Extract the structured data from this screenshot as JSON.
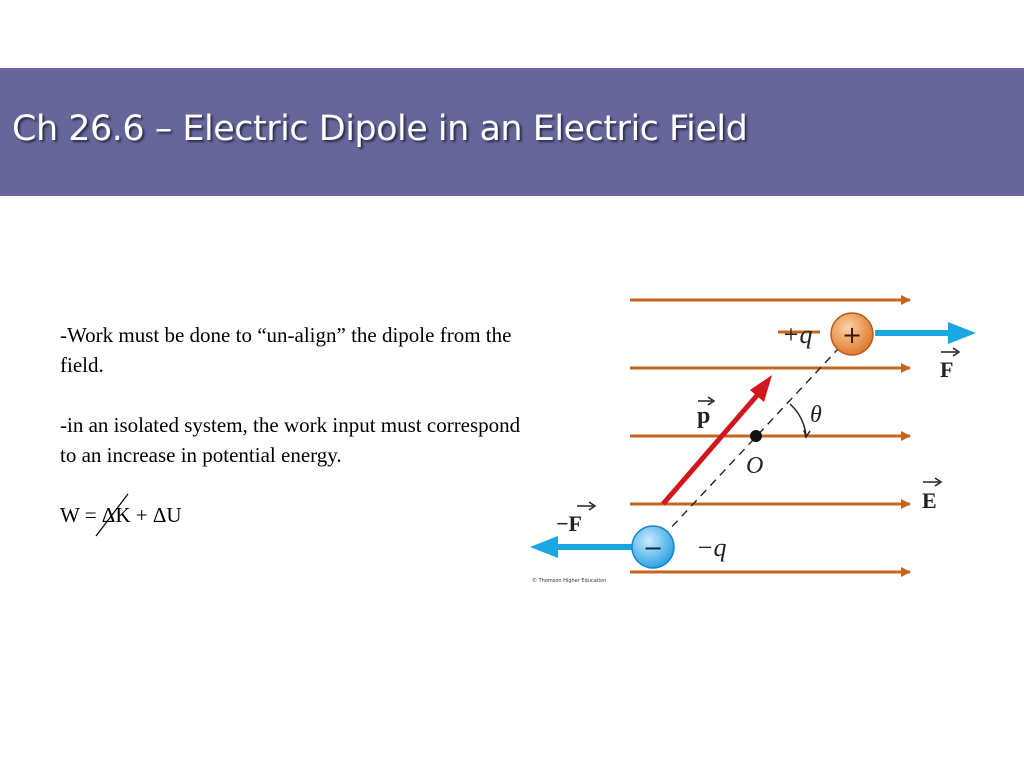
{
  "slide": {
    "title": "Ch 26.6 – Electric Dipole in an Electric Field",
    "paragraph1": "-Work must be done to “un-align” the dipole from the field.",
    "paragraph2": "-in an isolated system, the work input must correspond to an increase in potential energy.",
    "formula": {
      "lhs": "W = ",
      "delta1": "Δ",
      "k": "K",
      "plus": " + ",
      "delta2": "Δ",
      "u": "U"
    }
  },
  "diagram": {
    "plus_charge_label": "+q",
    "plus_sign": "+",
    "minus_charge_label": "−q",
    "minus_sign": "−",
    "force_label": "F",
    "neg_force_label": "−F",
    "dipole_label": "p",
    "field_label": "E",
    "angle_label": "θ",
    "origin_label": "O",
    "credit": "© Thomson Higher Education",
    "colors": {
      "field_lines": "#c7651f",
      "force_arrows": "#1aa6e0",
      "dipole_arrow": "#d0161f",
      "plus_charge": "#e8843a",
      "minus_charge": "#3fb2ea"
    }
  }
}
